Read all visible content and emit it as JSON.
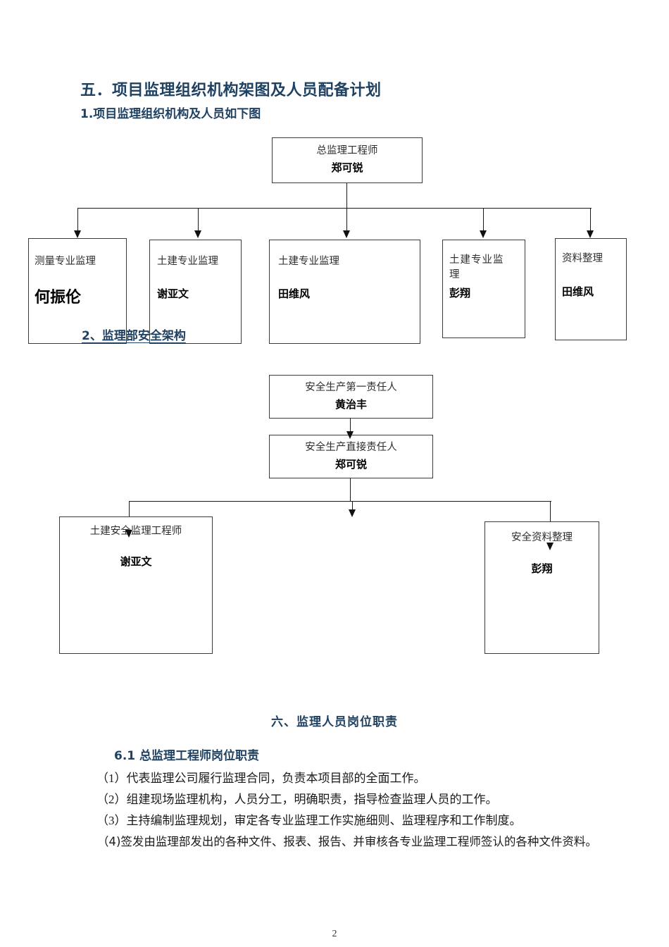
{
  "document": {
    "page_number": "2",
    "heading_color": "#1f4162"
  },
  "headings": {
    "section5": "五．项目监理组织机构架图及人员配备计划",
    "sub1": "1.项目监理组织机构及人员如下图",
    "sub2": "2、监理部安全架构",
    "section6": "六、监理人员岗位职责",
    "section61": "6.1 总监理工程师岗位职责"
  },
  "org_chart": {
    "root": {
      "role": "总监理工程师",
      "person": "郑可锐"
    },
    "children": [
      {
        "role": "测量专业监理",
        "person": "何振伦"
      },
      {
        "role": "土建专业监理",
        "person": "谢亚文"
      },
      {
        "role": "土建专业监理",
        "person": "田维风"
      },
      {
        "role": "土建专业监\n理",
        "person": "彭翔"
      },
      {
        "role": "资料整理",
        "person": "田维风"
      }
    ]
  },
  "safety_chart": {
    "top": {
      "role": "安全生产第一责任人",
      "person": "黄治丰"
    },
    "second": {
      "role": "安全生产直接责任人",
      "person": "郑可锐"
    },
    "children": [
      {
        "role": "土建安全监理工程师",
        "person": "谢亚文"
      },
      {
        "role": "安全资料整理",
        "person": "彭翔"
      }
    ]
  },
  "duties": {
    "items": [
      "（1）代表监理公司履行监理合同，负责本项目部的全面工作。",
      "（2）组建现场监理机构，人员分工，明确职责，指导检查监理人员的工作。",
      "（3）主持编制监理规划，审定各专业监理工作实施细则、监理程序和工作制度。",
      "（4)签发由监理部发出的各种文件、报表、报告、并审核各专业监理工程师签认的各种文件资料。"
    ]
  }
}
